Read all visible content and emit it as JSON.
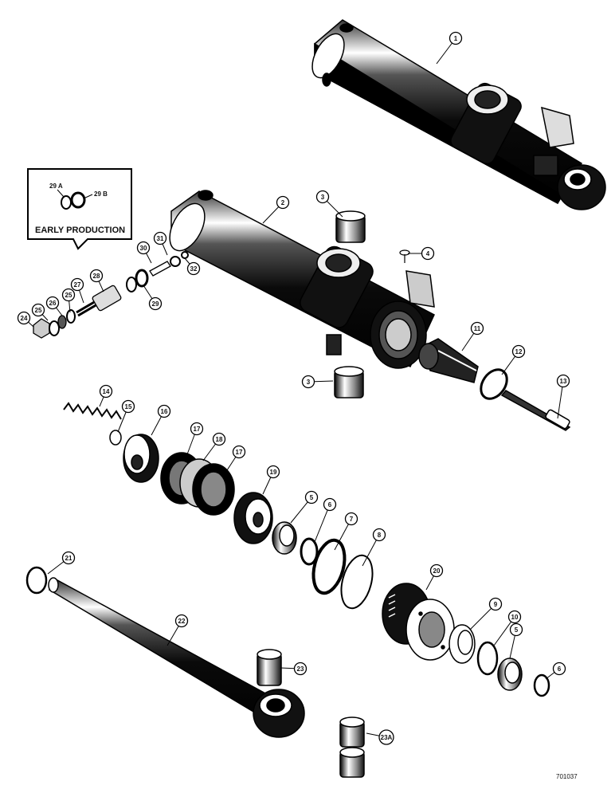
{
  "inset": {
    "title": "EARLY PRODUCTION",
    "labels": [
      "29 A",
      "29 B"
    ]
  },
  "callouts": [
    "1",
    "2",
    "3",
    "3",
    "4",
    "5",
    "5",
    "6",
    "6",
    "7",
    "8",
    "9",
    "10",
    "11",
    "12",
    "13",
    "14",
    "15",
    "16",
    "17",
    "17",
    "18",
    "19",
    "20",
    "21",
    "22",
    "23",
    "23A",
    "24",
    "25",
    "26",
    "25",
    "27",
    "28",
    "29",
    "30",
    "31",
    "32"
  ],
  "figure_code": "701037",
  "colors": {
    "ink": "#111111",
    "paper": "#ffffff"
  }
}
